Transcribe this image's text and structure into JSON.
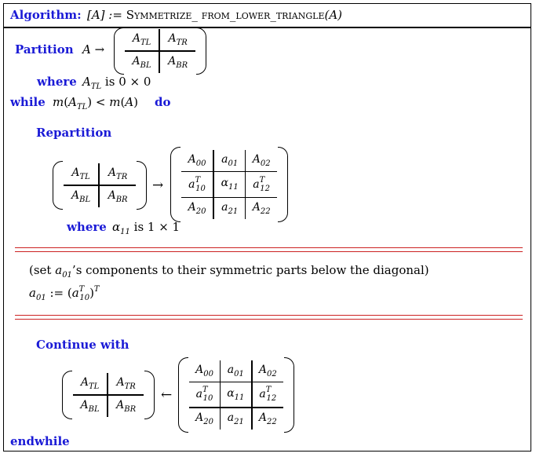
{
  "header": {
    "label": "Algorithm:",
    "assign": "[A] := ",
    "func_name": "Symmetrize_ from_lower_triangle",
    "func_arg": "(A)"
  },
  "partition": {
    "keyword": "Partition",
    "lhs": "A →",
    "where_keyword": "where",
    "where_text": "A_TL is 0 × 0",
    "cells": [
      "A_TL",
      "A_TR",
      "A_BL",
      "A_BR"
    ]
  },
  "loop": {
    "while_keyword": "while",
    "condition": "m(A_TL) < m(A)",
    "do_keyword": "do",
    "endwhile_keyword": "endwhile"
  },
  "repartition": {
    "keyword": "Repartition",
    "arrow": "→",
    "where_keyword": "where",
    "where_text": "α11 is 1 × 1",
    "left_cells": [
      "A_TL",
      "A_TR",
      "A_BL",
      "A_BR"
    ],
    "right_cells": [
      "A00",
      "a01",
      "A02",
      "a10^T",
      "α11",
      "a12^T",
      "A20",
      "a21",
      "A22"
    ]
  },
  "body": {
    "comment": "(set a01's components to their symmetric parts below the diagonal)",
    "statement": "a01 := (a10^T)^T"
  },
  "continue": {
    "keyword": "Continue with",
    "arrow": "←",
    "left_cells": [
      "A_TL",
      "A_TR",
      "A_BL",
      "A_BR"
    ],
    "right_cells": [
      "A00",
      "a01",
      "A02",
      "a10^T",
      "α11",
      "a12^T",
      "A20",
      "a21",
      "A22"
    ]
  },
  "colors": {
    "keyword": "#1a1ad6",
    "separator": "#cc2222",
    "border": "#000000"
  }
}
